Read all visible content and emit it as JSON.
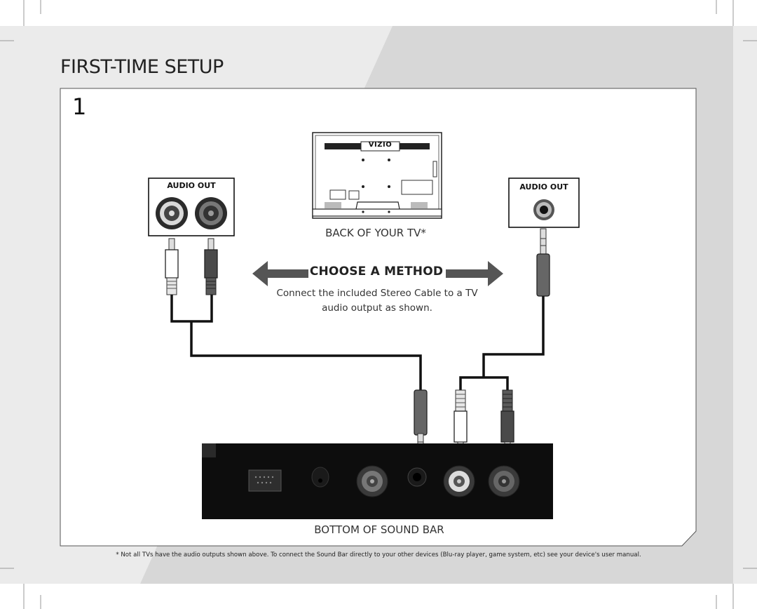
{
  "page": {
    "title": "FIRST-TIME SETUP",
    "step_number": "1",
    "footnote": "* Not all TVs have the audio outputs shown above. To connect the Sound Bar directly to your other devices (Blu-ray player, game system, etc) see your device's user manual."
  },
  "tv": {
    "brand": "VIZIO",
    "caption": "BACK OF YOUR TV*"
  },
  "audio_out_rca": {
    "label": "AUDIO OUT"
  },
  "audio_out_optical": {
    "label": "AUDIO OUT"
  },
  "method": {
    "heading": "CHOOSE A METHOD",
    "instructions": "Connect the included Stereo Cable to a TV audio output as shown."
  },
  "sound_bar": {
    "caption": "BOTTOM OF SOUND BAR"
  },
  "colors": {
    "white_connector": "#e6e6e6",
    "red_connector": "#4a4a4a",
    "cable": "#111111",
    "panel_background": "#dcdcdc"
  }
}
